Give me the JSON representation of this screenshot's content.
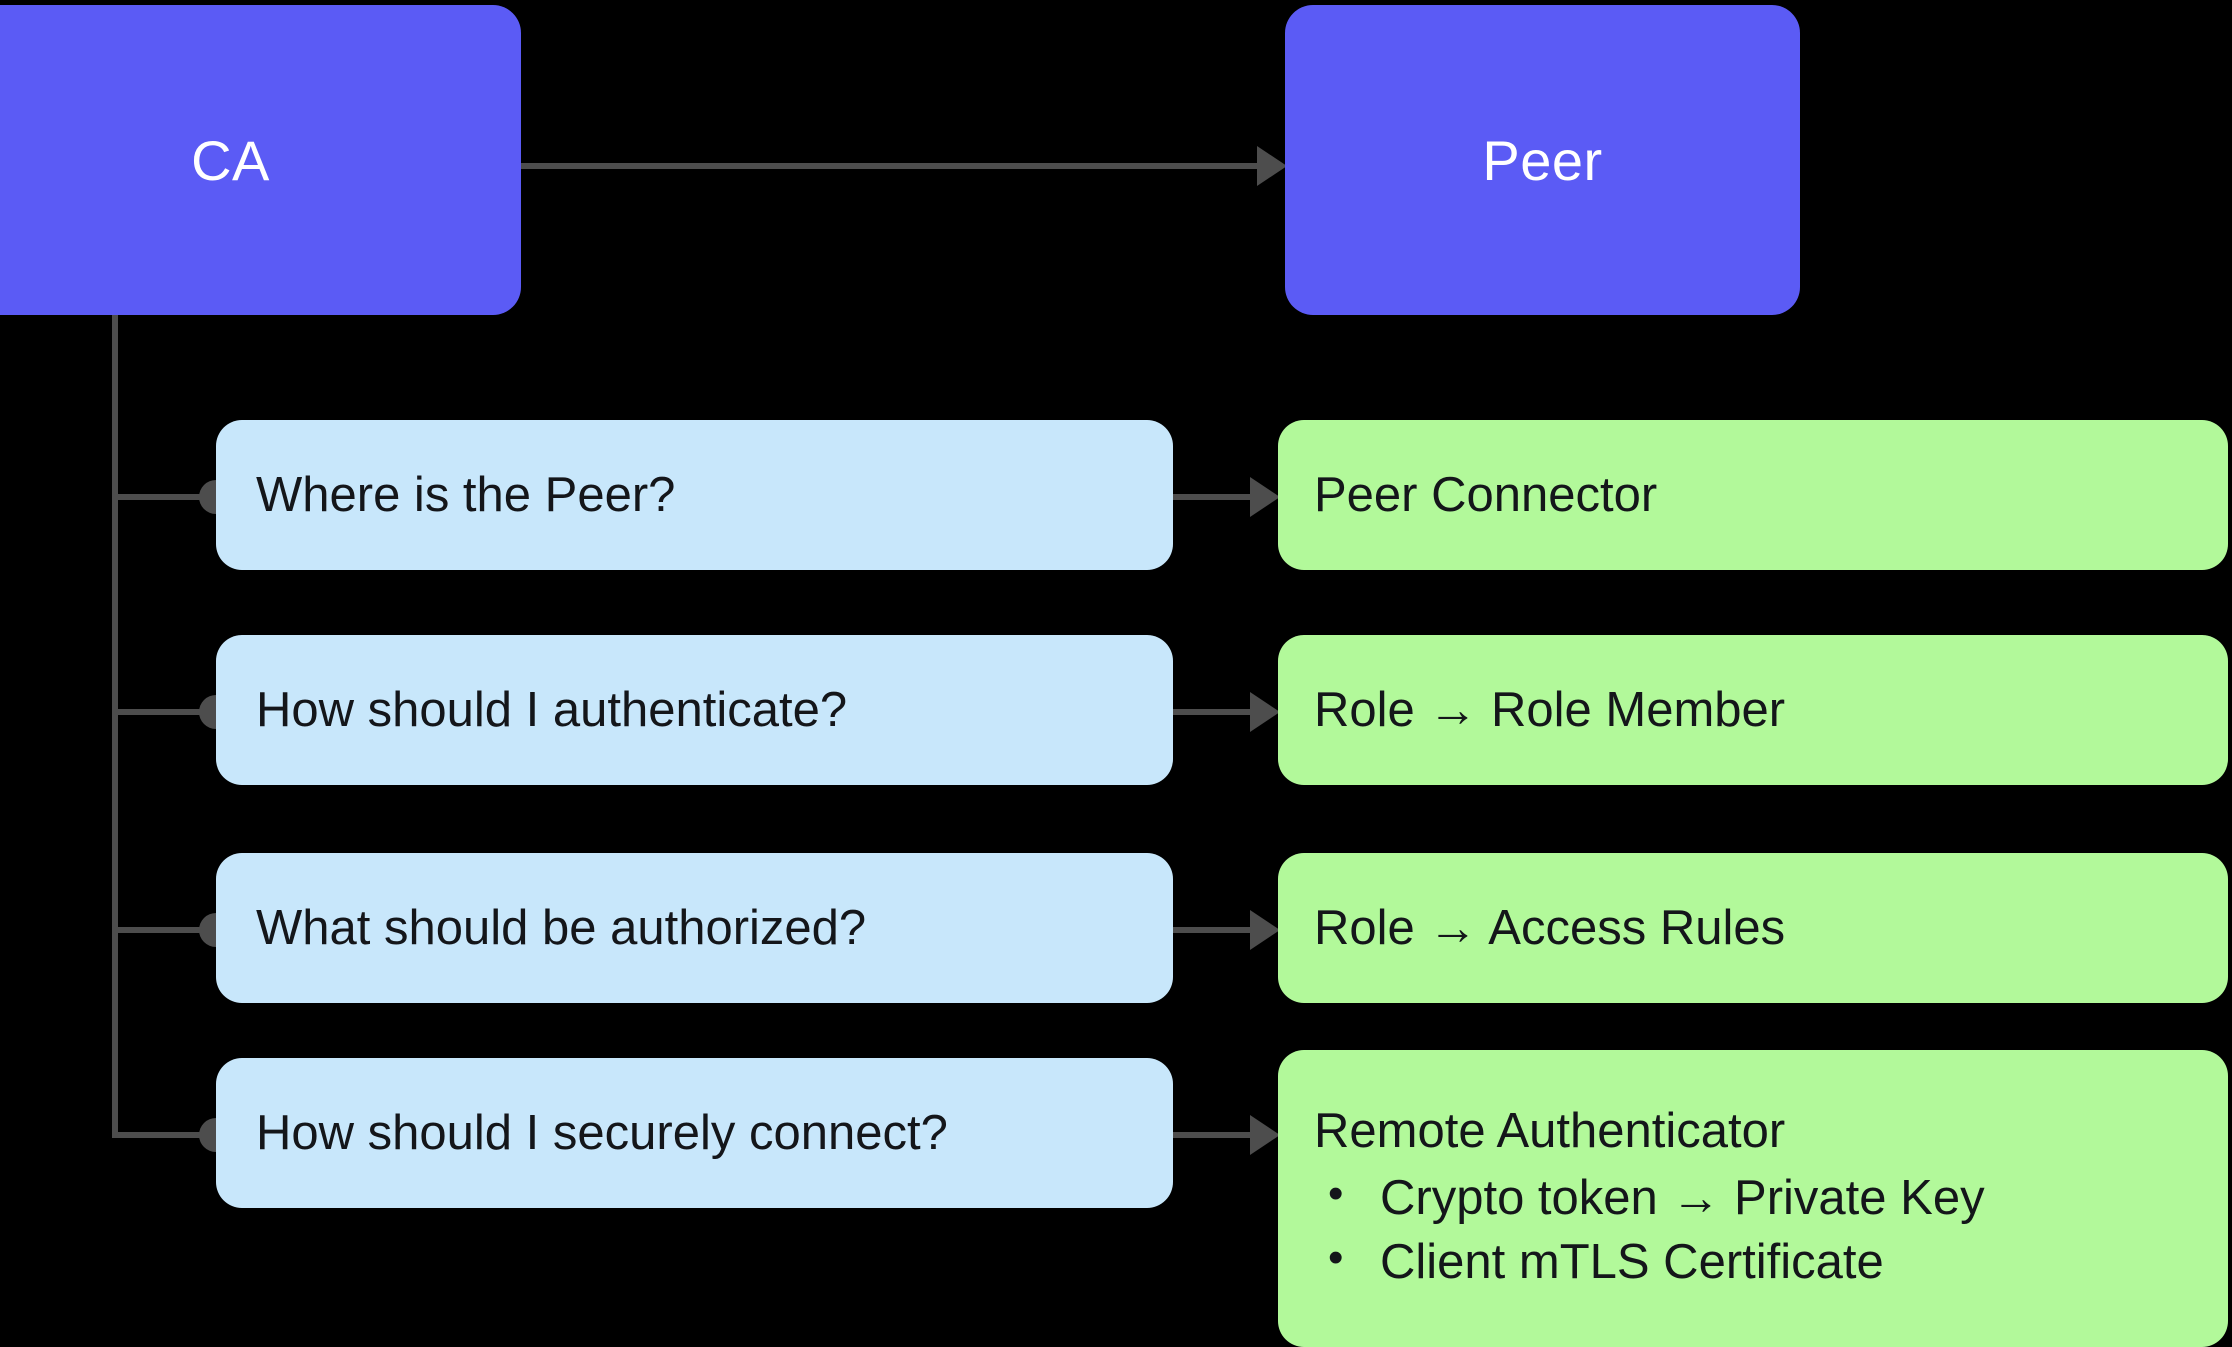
{
  "diagram": {
    "title": "CA to Peer trust relationship mapping",
    "background_color": "#000000",
    "colors": {
      "primary_node": "#5b5bf5",
      "primary_node_text": "#ffffff",
      "question_node": "#c8e7fb",
      "answer_node": "#b2f99a",
      "node_text": "#14161a",
      "connector": "#4d4d4d"
    },
    "nodes": {
      "ca": {
        "label": "CA"
      },
      "peer": {
        "label": "Peer"
      }
    },
    "rows": [
      {
        "question": "Where is the Peer?",
        "answer": {
          "heading": "Peer Connector",
          "bullets": []
        }
      },
      {
        "question": "How should I authenticate?",
        "answer": {
          "heading": "Role → Role Member",
          "bullets": []
        }
      },
      {
        "question": "What should be authorized?",
        "answer": {
          "heading": "Role → Access Rules",
          "bullets": []
        }
      },
      {
        "question": "How should I securely connect?",
        "answer": {
          "heading": "Remote Authenticator",
          "bullets": [
            "Crypto token → Private Key",
            "Client mTLS Certificate"
          ]
        }
      }
    ]
  }
}
